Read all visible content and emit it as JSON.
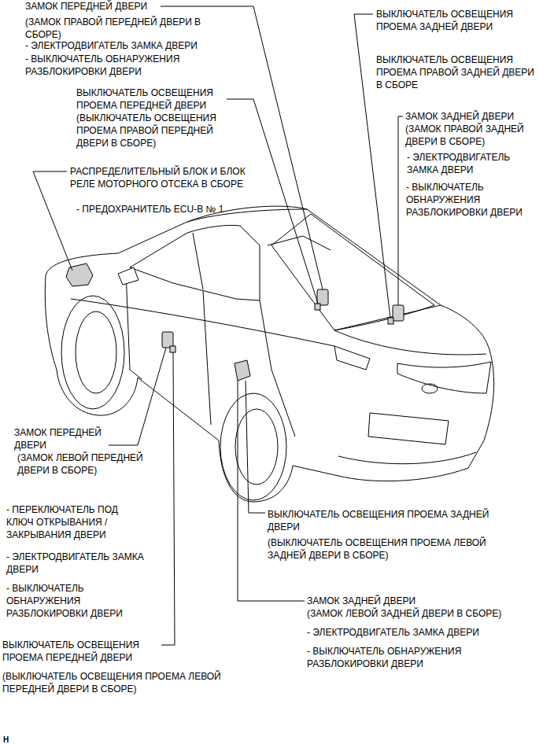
{
  "diagram": {
    "labels": [
      "ЗАМОК ПЕРЕДНЕЙ ДВЕРИ",
      "(ЗАМОК ПРАВОЙ ПЕРЕДНЕЙ ДВЕРИ В СБОРЕ)",
      "- ЭЛЕКТРОДВИГАТЕЛЬ ЗАМКА ДВЕРИ",
      "- ВЫКЛЮЧАТЕЛЬ ОБНАРУЖЕНИЯ РАЗБЛОКИРОВКИ ДВЕРИ",
      "ВЫКЛЮЧАТЕЛЬ ОСВЕЩЕНИЯ ПРОЕМА ПЕРЕДНЕЙ ДВЕРИ",
      "(ВЫКЛЮЧАТЕЛЬ ОСВЕЩЕНИЯ ПРОЕМА ПРАВОЙ ПЕРЕДНЕЙ ДВЕРИ В СБОРЕ)",
      "РАСПРЕДЕЛИТЕЛЬНЫЙ БЛОК И БЛОК РЕЛЕ МОТОРНОГО ОТСЕКА В СБОРЕ",
      "- ПРЕДОХРАНИТЕЛЬ ECU-B № 1",
      "ВЫКЛЮЧАТЕЛЬ ОСВЕЩЕНИЯ ПРОЕМА ЗАДНЕЙ ДВЕРИ",
      "ВЫКЛЮЧАТЕЛЬ ОСВЕЩЕНИЯ ПРОЕМА ПРАВОЙ ЗАДНЕЙ ДВЕРИ В СБОРЕ",
      "ЗАМОК ЗАДНЕЙ ДВЕРИ",
      "(ЗАМОК ПРАВОЙ ЗАДНЕЙ ДВЕРИ В СБОРЕ)",
      "- ЭЛЕКТРОДВИГАТЕЛЬ ЗАМКА ДВЕРИ",
      "- ВЫКЛЮЧАТЕЛЬ ОБНАРУЖЕНИЯ РАЗБЛОКИРОВКИ ДВЕРИ",
      "ЗАМОК ПЕРЕДНЕЙ ДВЕРИ",
      "(ЗАМОК ЛЕВОЙ ПЕРЕДНЕЙ ДВЕРИ В СБОРЕ)",
      "- ПЕРЕКЛЮЧАТЕЛЬ ПОД КЛЮЧ ОТКРЫВАНИЯ / ЗАКРЫВАНИЯ ДВЕРИ",
      "- ЭЛЕКТРОДВИГАТЕЛЬ ЗАМКА ДВЕРИ",
      "- ВЫКЛЮЧАТЕЛЬ ОБНАРУЖЕНИЯ РАЗБЛОКИРОВКИ ДВЕРИ",
      "ВЫКЛЮЧАТЕЛЬ ОСВЕЩЕНИЯ ПРОЕМА ПЕРЕДНЕЙ ДВЕРИ",
      "(ВЫКЛЮЧАТЕЛЬ ОСВЕЩЕНИЯ ПРОЕМА ЛЕВОЙ ПЕРЕДНЕЙ ДВЕРИ В СБОРЕ)",
      "ВЫКЛЮЧАТЕЛЬ ОСВЕЩЕНИЯ ПРОЕМА ЗАДНЕЙ ДВЕРИ",
      "(ВЫКЛЮЧАТЕЛЬ ОСВЕЩЕНИЯ ПРОЕМА ЛЕВОЙ ЗАДНЕЙ ДВЕРИ В СБОРЕ)",
      "ЗАМОК ЗАДНЕЙ ДВЕРИ",
      "(ЗАМОК ЛЕВОЙ ЗАДНЕЙ ДВЕРИ В СБОРЕ)",
      "- ЭЛЕКТРОДВИГАТЕЛЬ ЗАМКА ДВЕРИ",
      "- ВЫКЛЮЧАТЕЛЬ ОБНАРУЖЕНИЯ РАЗБЛОКИРОВКИ ДВЕРИ",
      "H"
    ]
  }
}
